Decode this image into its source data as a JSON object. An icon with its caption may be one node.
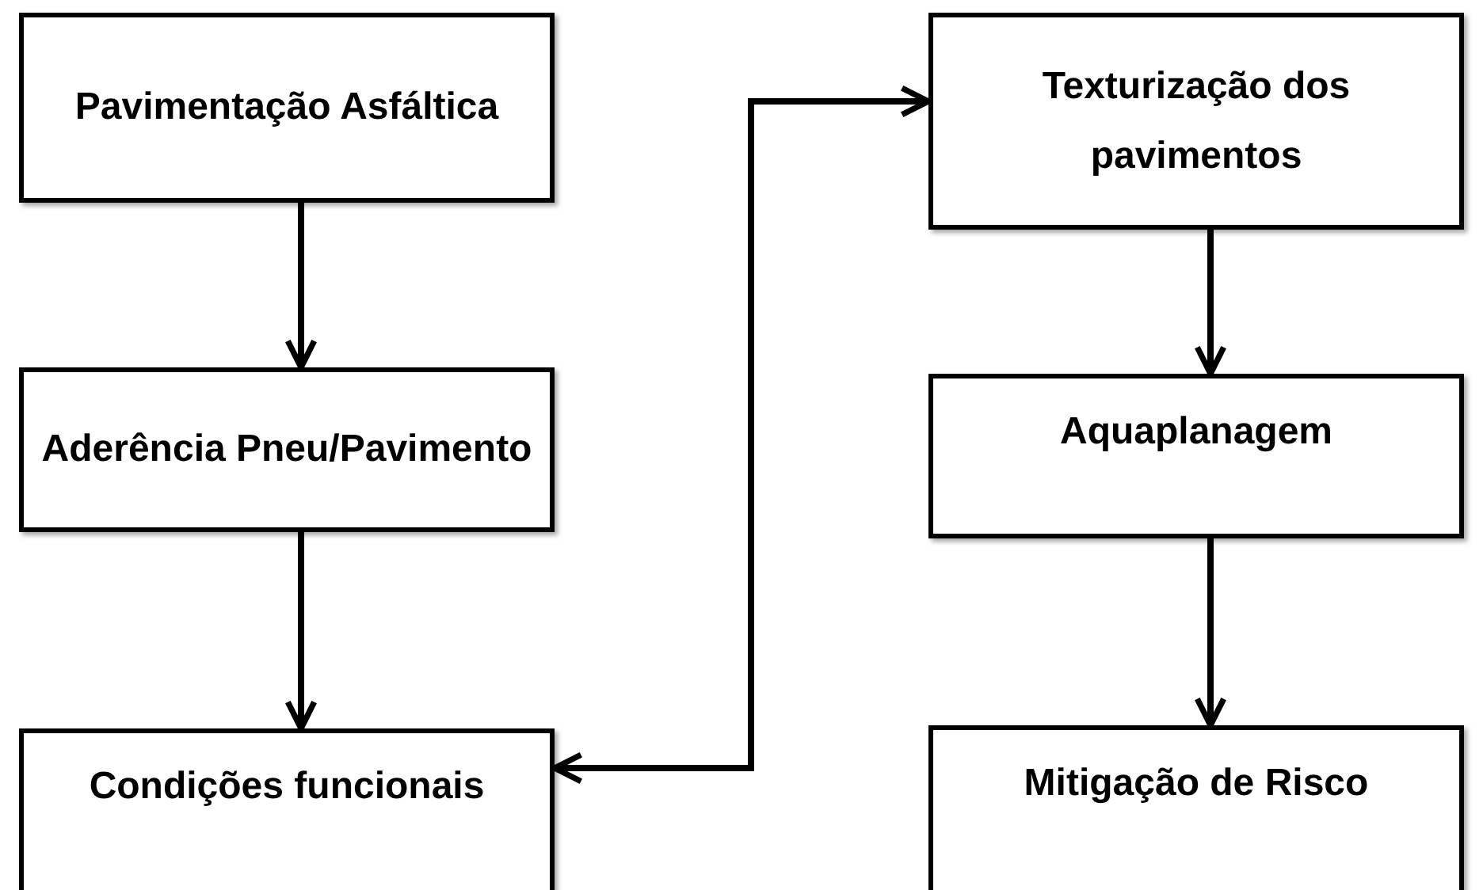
{
  "diagram": {
    "nodes": [
      {
        "text": [
          "Pavimentação Asfáltica"
        ]
      },
      {
        "text": [
          "Aderência Pneu/Pavimento"
        ]
      },
      {
        "text": [
          "Condições funcionais"
        ]
      },
      {
        "text": [
          "Texturização dos pavimentos"
        ]
      },
      {
        "text": [
          "Aquaplanagem"
        ]
      },
      {
        "text": [
          "Mitigação de Risco"
        ]
      }
    ],
    "edges": [
      {
        "from": 0,
        "to": 1,
        "arrow": "to"
      },
      {
        "from": 1,
        "to": 2,
        "arrow": "to"
      },
      {
        "from": 2,
        "to": 3,
        "arrow": "both"
      },
      {
        "from": 3,
        "to": 4,
        "arrow": "to"
      },
      {
        "from": 4,
        "to": 5,
        "arrow": "to"
      }
    ]
  }
}
